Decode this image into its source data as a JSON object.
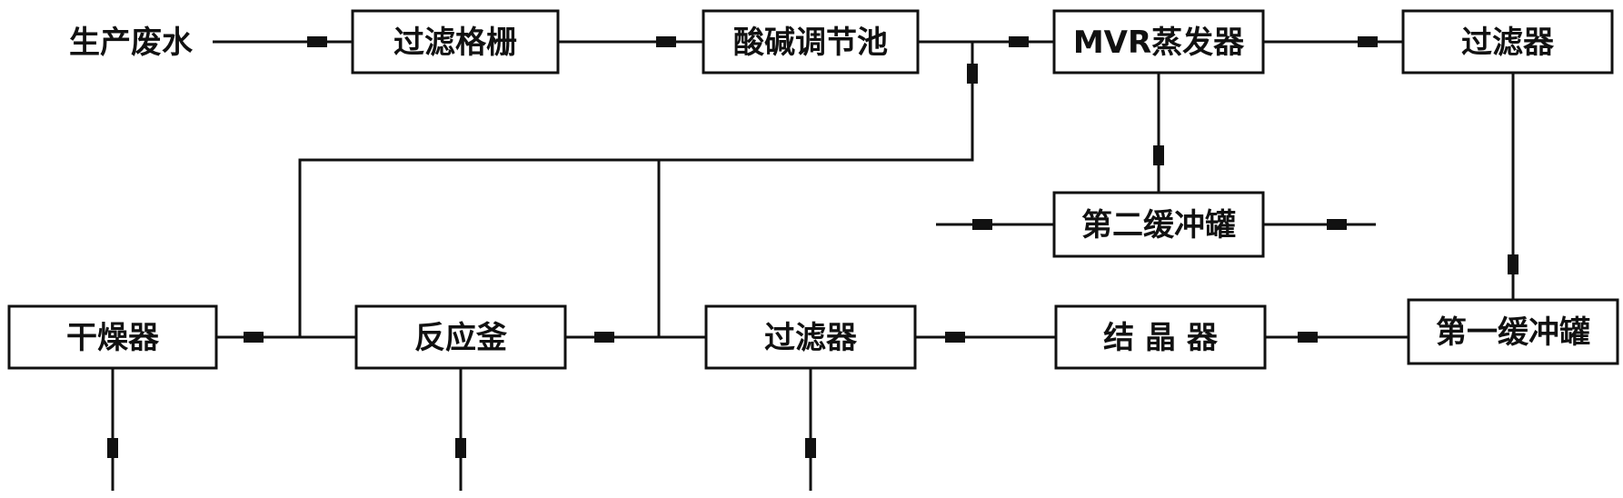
{
  "source_label": "生产废水",
  "nodes": {
    "screen": "过滤格栅",
    "ph_tank": "酸碱调节池",
    "mvr": "MVR蒸发器",
    "filter_top": "过滤器",
    "buffer2": "第二缓冲罐",
    "buffer1": "第一缓冲罐",
    "crystallizer": "结 晶 器",
    "filter_bottom": "过滤器",
    "reactor": "反应釜",
    "dryer": "干燥器"
  },
  "colors": {
    "stroke": "#111111",
    "background": "#ffffff"
  }
}
